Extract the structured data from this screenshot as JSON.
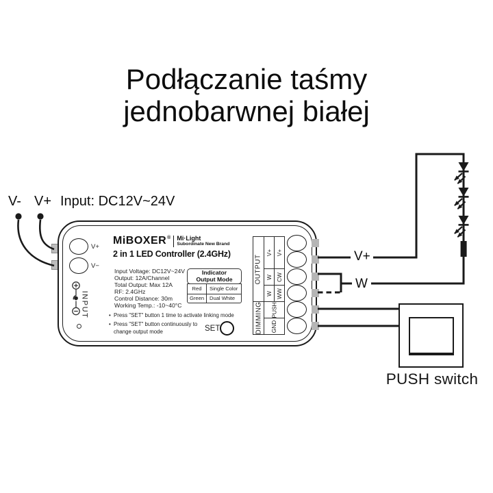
{
  "title": {
    "line1": "Podłączanie taśmy",
    "line2": "jednobarwnej białej"
  },
  "input_header": {
    "v_minus": "V-",
    "v_plus": "V+",
    "spec": "Input: DC12V~24V"
  },
  "device": {
    "brand": "MiBOXER",
    "reg_mark": "®",
    "brand_tagline_top": "Mi·Light",
    "brand_tagline_bottom": "Subordinate New Brand",
    "model": "2 in 1 LED Controller (2.4GHz)",
    "left_terminals": {
      "v_plus": "V+",
      "v_minus": "V−"
    },
    "input_label": "INPUT",
    "specs": [
      "Input Voltage: DC12V~24V",
      "Output: 12A/Channel",
      "Total Output: Max 12A",
      "RF: 2.4GHz",
      "Control Distance: 30m",
      "Working Temp.: -10~40°C"
    ],
    "notes": [
      "Press \"SET\" button 1 time to activate linking mode",
      "Press \"SET\" button continuously to change output mode"
    ],
    "set_label": "SET",
    "indicator_table": {
      "header_line1": "Indicator",
      "header_line2": "Output Mode",
      "rows": [
        {
          "indicator": "Red",
          "mode": "Single Color"
        },
        {
          "indicator": "Green",
          "mode": "Dual White"
        }
      ]
    },
    "terminal_block": {
      "output_group": "OUTPUT",
      "dimming_group": "DIMMING",
      "output_rows": [
        {
          "inner": "V+",
          "outer": "V+"
        },
        {
          "inner": "W",
          "outer": "CW"
        },
        {
          "inner": "W",
          "outer": "WW"
        }
      ],
      "dimming_rows": [
        "PUSH",
        "GND"
      ]
    }
  },
  "wire_labels": {
    "v_plus": "V+",
    "white": "W"
  },
  "push_switch": {
    "label": "PUSH switch"
  },
  "colors": {
    "line": "#1a1a1a",
    "tab_gray": "#b5b5b5"
  }
}
